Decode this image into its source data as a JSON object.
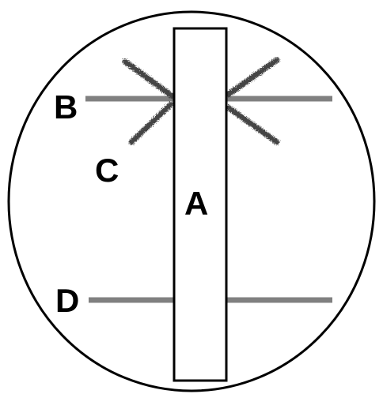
{
  "diagram": {
    "labels": {
      "a": "A",
      "b": "B",
      "c": "C",
      "d": "D"
    },
    "colors": {
      "outline": "#000000",
      "lines": "#808080",
      "background": "#ffffff",
      "fuzzy_marks": "#444444"
    }
  }
}
